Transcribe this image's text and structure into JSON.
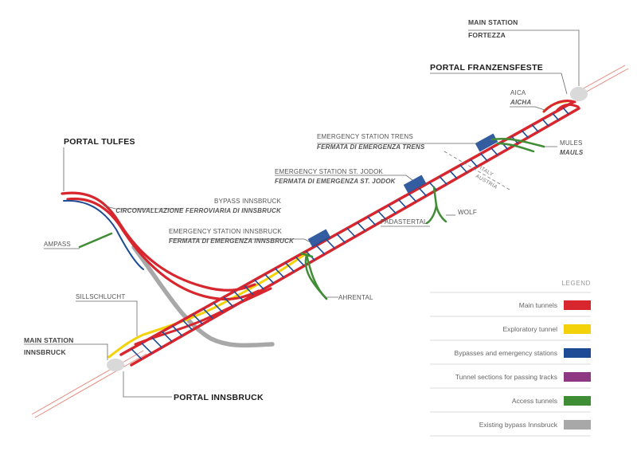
{
  "colors": {
    "main": "#d8262e",
    "exploratory": "#f4d20a",
    "bypass": "#1d4b96",
    "passing": "#8e3884",
    "access": "#3f8d34",
    "existing": "#a8a8a8",
    "track": "#e58b80"
  },
  "labels": {
    "main_station_fortezza_1": "MAIN STATION",
    "main_station_fortezza_2": "FORTEZZA",
    "portal_franzensfeste": "PORTAL FRANZENSFESTE",
    "aica": "AICA",
    "aicha": "AICHA",
    "emergency_trens": "EMERGENCY STATION TRENS",
    "emergency_trens_it": "FERMATA DI EMERGENZA TRENS",
    "mules": "MULES",
    "mauls": "MAULS",
    "portal_tulfes": "PORTAL TULFES",
    "emergency_stjodok": "EMERGENCY STATION ST. JODOK",
    "emergency_stjodok_it": "FERMATA DI EMERGENZA ST. JODOK",
    "italy": "ITALY",
    "austria": "AUSTRIA",
    "bypass_innsbruck": "BYPASS INNSBRUCK",
    "bypass_innsbruck_it": "CIRCONVALLAZIONE FERROVIARIA DI INNSBRUCK",
    "wolf": "WOLF",
    "padastertal": "PADASTERTAL",
    "emergency_innsbruck": "EMERGENCY STATION INNSBRUCK",
    "emergency_innsbruck_it": "FERMATA DI EMERGENZA INNSBRUCK",
    "ampass": "AMPASS",
    "ahrental": "AHRENTAL",
    "sillschlucht": "SILLSCHLUCHT",
    "main_station_innsbruck_1": "MAIN STATION",
    "main_station_innsbruck_2": "INNSBRUCK",
    "portal_innsbruck": "PORTAL INNSBRUCK"
  },
  "legend": {
    "title": "LEGEND",
    "items": [
      {
        "label": "Main tunnels",
        "color": "#d8262e"
      },
      {
        "label": "Exploratory tunnel",
        "color": "#f4d20a"
      },
      {
        "label": "Bypasses and emergency stations",
        "color": "#1d4b96"
      },
      {
        "label": "Tunnel sections for passing tracks",
        "color": "#8e3884"
      },
      {
        "label": "Access tunnels",
        "color": "#3f8d34"
      },
      {
        "label": "Existing bypass Innsbruck",
        "color": "#a8a8a8"
      }
    ]
  }
}
